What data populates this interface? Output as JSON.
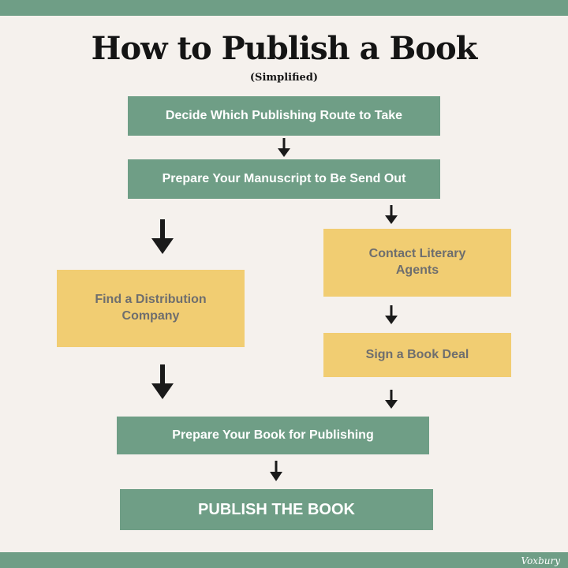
{
  "header": {
    "title": "How to Publish a Book",
    "subtitle": "(Simplified)"
  },
  "steps": {
    "decide_route": "Decide Which Publishing Route to Take",
    "prepare_manuscript": "Prepare Your Manuscript to Be Send Out",
    "contact_agents": "Contact Literary Agents",
    "find_distribution": "Find a Distribution Company",
    "sign_deal": "Sign a Book Deal",
    "prepare_book": "Prepare Your Book for Publishing",
    "publish": "PUBLISH THE BOOK"
  },
  "branding": {
    "logo_text": "Voxbury"
  },
  "colors": {
    "green": "#6f9e86",
    "yellow": "#f1cd72",
    "background": "#f5f1ed",
    "arrow": "#1a1a1a"
  }
}
